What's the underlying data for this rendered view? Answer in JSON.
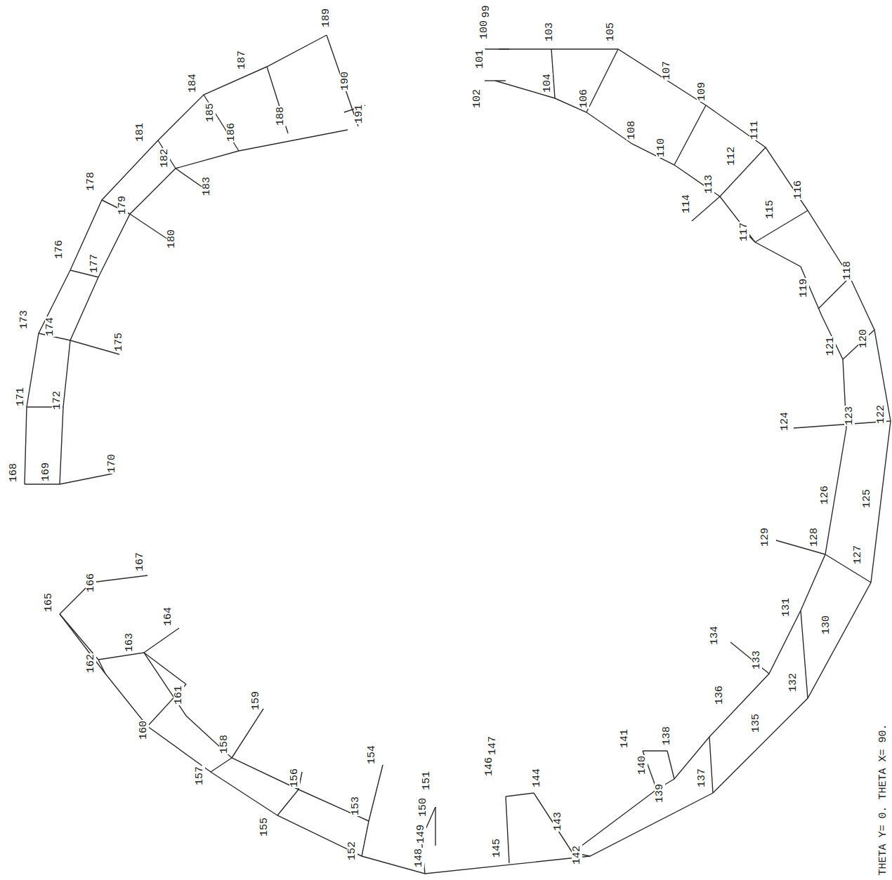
{
  "diagram": {
    "labels": [
      "99",
      "100",
      "101",
      "102",
      "103",
      "104",
      "105",
      "106",
      "107",
      "108",
      "109",
      "110",
      "111",
      "112",
      "113",
      "114",
      "115",
      "116",
      "117",
      "118",
      "119",
      "120",
      "121",
      "122",
      "123",
      "124",
      "125",
      "126",
      "127",
      "128",
      "129",
      "130",
      "131",
      "132",
      "133",
      "134",
      "135",
      "136",
      "137",
      "138",
      "139",
      "140",
      "141",
      "142",
      "143",
      "144",
      "145",
      "146",
      "147",
      "148",
      "149",
      "150",
      "151",
      "152",
      "153",
      "154",
      "155",
      "156",
      "157",
      "158",
      "159",
      "160",
      "161",
      "162",
      "163",
      "164",
      "165",
      "166",
      "167",
      "168",
      "169",
      "170",
      "171",
      "172",
      "173",
      "174",
      "175",
      "176",
      "177",
      "178",
      "179",
      "180",
      "181",
      "182",
      "183",
      "184",
      "185",
      "186",
      "187",
      "188",
      "189",
      "190",
      "191",
      "THETA Y= 0. THETA X= 90."
    ]
  }
}
